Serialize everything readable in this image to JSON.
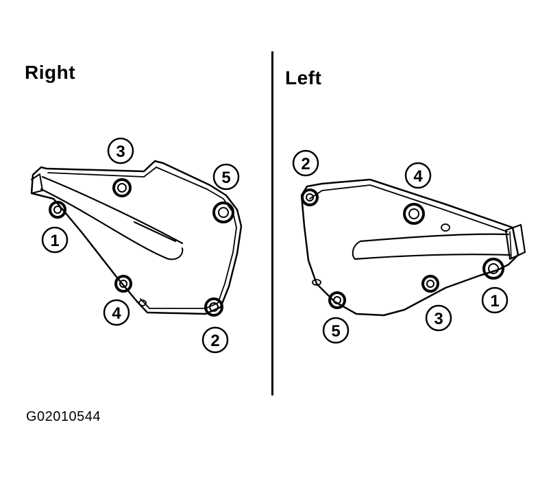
{
  "titles": {
    "right": "Right",
    "left": "Left"
  },
  "figure_code": "G02010544",
  "callouts": {
    "right": [
      "1",
      "2",
      "3",
      "4",
      "5"
    ],
    "left": [
      "1",
      "2",
      "3",
      "4",
      "5"
    ]
  },
  "colors": {
    "ink": "#000000",
    "background": "#ffffff"
  }
}
